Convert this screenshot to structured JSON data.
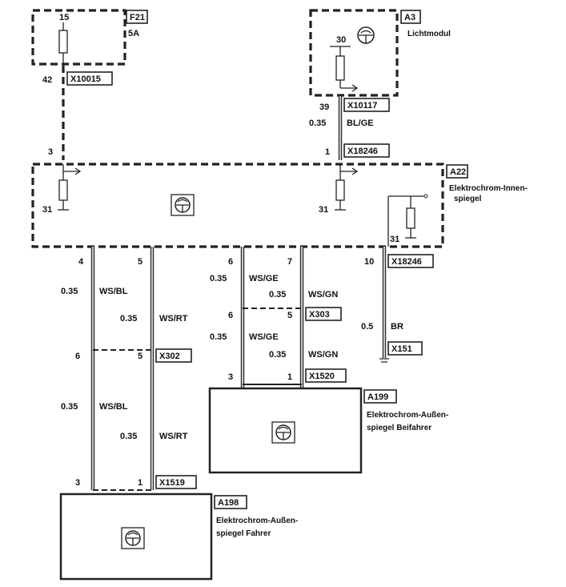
{
  "modules": {
    "f21": {
      "tag": "F21",
      "pin_top": "15",
      "rating": "5A",
      "pin_bottom": "42",
      "connector": "X10015"
    },
    "a3": {
      "tag": "A3",
      "name": "Lichtmodul",
      "pin": "30",
      "pin_out": "39",
      "connector": "X10117",
      "wire_size": "0.35",
      "wire_color": "BL/GE"
    },
    "a22": {
      "tag": "A22",
      "name_line1": "Elektrochrom-Innen-",
      "name_line2": "spiegel",
      "pin_in_left": "3",
      "pin_in_right": "1",
      "connector_in": "X18246",
      "ground_left": "31",
      "ground_mid": "31",
      "ground_right": "31",
      "connector_out": "X18246"
    },
    "a198": {
      "tag": "A198",
      "name_line1": "Elektrochrom-Außen-",
      "name_line2": "spiegel Fahrer"
    },
    "a199": {
      "tag": "A199",
      "name_line1": "Elektrochrom-Außen-",
      "name_line2": "spiegel Beifahrer"
    }
  },
  "connectors": {
    "x302": "X302",
    "x1519": "X1519",
    "x303": "X303",
    "x1520": "X1520",
    "x151": "X151"
  },
  "pins": {
    "p4": "4",
    "p5a": "5",
    "p6a": "6",
    "p7": "7",
    "p10": "10",
    "p6b": "6",
    "p5b": "5",
    "p3a": "3",
    "p1a": "1",
    "p6c": "6",
    "p5c": "5",
    "p3b": "3",
    "p1b": "1"
  },
  "wires": {
    "ws_bl_1": {
      "size": "0.35",
      "color": "WS/BL"
    },
    "ws_rt_1": {
      "size": "0.35",
      "color": "WS/RT"
    },
    "ws_bl_2": {
      "size": "0.35",
      "color": "WS/BL"
    },
    "ws_rt_2": {
      "size": "0.35",
      "color": "WS/RT"
    },
    "ws_ge_1": {
      "size": "0.35",
      "color": "WS/GE"
    },
    "ws_gn_1": {
      "size": "0.35",
      "color": "WS/GN"
    },
    "ws_ge_2": {
      "size": "0.35",
      "color": "WS/GE"
    },
    "ws_gn_2": {
      "size": "0.35",
      "color": "WS/GN"
    },
    "br": {
      "size": "0.5",
      "color": "BR"
    }
  }
}
